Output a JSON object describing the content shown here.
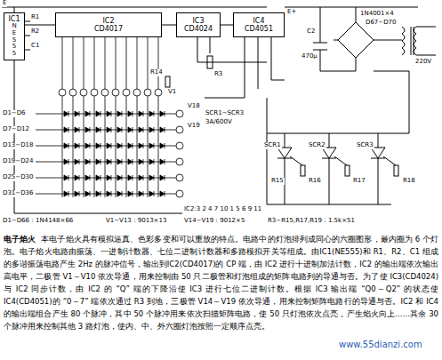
{
  "diagram": {
    "title": "电子焰火",
    "caption": "本电子焰火具有模拟逼真、色彩多变和可以重放的特点。电路中的灯泡排列成同心的六圈图形，最内圈为 6 个灯泡。电子焰火电路由振荡、一进制计数器、七位二进制计数器和多路模拟开关等组成。由IC1(NE555)和 R1、R2、C1 组成的多谐振荡电路产生 2Hz 的脉冲信号，输出到IC2(CD4017)的 CP 端，由 IC2 进行十进制加法计数，IC2 的输出端依次输出高电平，二极管 V1～V10 依次导通，用来控制由 50 只二极管和灯泡组成的矩阵电路列的导通与否。为了使 IC3(CD4024)与 IC2 同步计数，由 IC2 的 “Q” 端的下降沿使 IC3 进行七位二进制计数。根据 IC3 输出端 “Q0～Q2” 的状态使 IC4(CD4051)的 “0～7” 端依次通过 R3 到地，三极管 V14～V19 依次导通，用来控制矩阵电路行的导通与否。IC2 和 IC4 的输出端组合产生 80 个脉冲，其中 50 个脉冲用来依次扫描矩阵电路，使 50 只灯泡依次点亮，产生焰火向上……其余 30 个脉冲用来控制其他 3 路灯泡，使内、中、外六圈灯泡按照一定顺序点亮。",
    "nodes": [
      {
        "text": [
          "IC1",
          "NE555"
        ]
      },
      {
        "text": [
          "IC2",
          "CD4017"
        ]
      },
      {
        "text": [
          "IC3",
          "CD4024"
        ]
      },
      {
        "text": [
          "IC4",
          "CD4051"
        ]
      }
    ],
    "edges": [
      {
        "from": 0,
        "to": 1,
        "arrow": "none"
      },
      {
        "from": 1,
        "to": 2,
        "arrow": "none"
      },
      {
        "from": 2,
        "to": 3,
        "arrow": "none"
      }
    ],
    "labels": [
      "E",
      "R1",
      "R2",
      "C1",
      "R14",
      "V18",
      "V19",
      "R3",
      "E+",
      "1N4001×4",
      "D67~D70",
      "C2",
      "470μ",
      "220V",
      "SCR1~SCR3",
      "3A/600V",
      "SCR1",
      "SCR2",
      "SCR3",
      "R15",
      "R16",
      "R17",
      "R18",
      "D1~D6",
      "D7~D12",
      "D13~D18",
      "D19~D24",
      "D25~D30",
      "D31~D36",
      "V1",
      "IC2:3 2 4 7 10 1 5 6 9 11",
      "D1~D66：1N4148×66",
      "V1~V13：9013×13",
      "V14~V19：9012×5",
      "R3~R15,R17,R19：1.5k×51",
      "www.55dianzi.com"
    ]
  }
}
